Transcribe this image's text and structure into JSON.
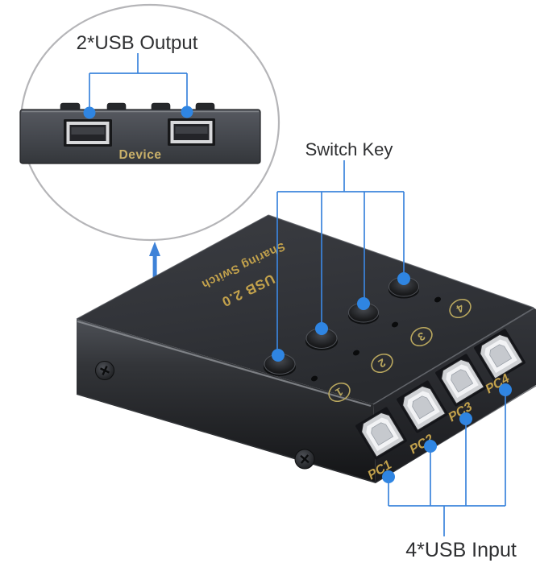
{
  "annotations": {
    "output_callout": "2*USB Output",
    "switch_key_callout": "Switch Key",
    "input_callout": "4*USB Input"
  },
  "inset": {
    "panel_label": "Device",
    "port_count": 2,
    "icons": [
      "usb-a-port",
      "usb-a-port"
    ]
  },
  "device": {
    "print_line1": "USB 2.0",
    "print_line2": "Sharing Switch",
    "key_numbers": [
      "1",
      "2",
      "3",
      "4"
    ],
    "port_labels": [
      "PC1",
      "PC2",
      "PC3",
      "PC4"
    ],
    "button_count": 4
  },
  "colors": {
    "accent_blue": "#3B84DC",
    "dot_blue": "#2F85E2",
    "gold_print": "#C3A24C",
    "panel_gold": "#C9B069",
    "body_dark": "#2B2D31",
    "callout_text": "#2F3032",
    "inset_stroke": "#B5B5B8"
  }
}
